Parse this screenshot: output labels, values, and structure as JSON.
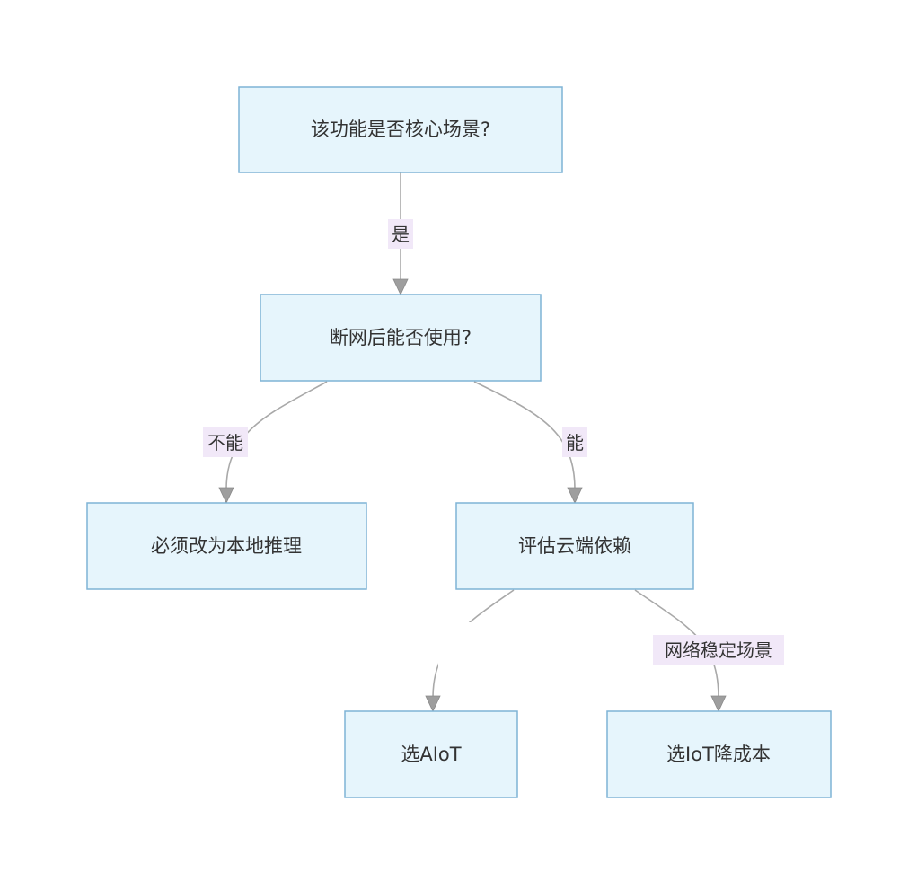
{
  "nodes": {
    "core_scene": "该功能是否核心场景?",
    "offline_use": "断网后能否使用?",
    "local_inference": "必须改为本地推理",
    "cloud_dependency": "评估云端依赖",
    "choose_aiot": "选AIoT",
    "choose_iot": "选IoT降成本"
  },
  "edges": {
    "yes": "是",
    "cannot": "不能",
    "can": "能",
    "stable_network": "网络稳定场景"
  },
  "colors": {
    "node_fill": "#e6f5fc",
    "node_border": "#7fb3d5",
    "edge_line": "#a9a9a9",
    "label_bg": "#f1e8f8",
    "text": "#333333"
  }
}
